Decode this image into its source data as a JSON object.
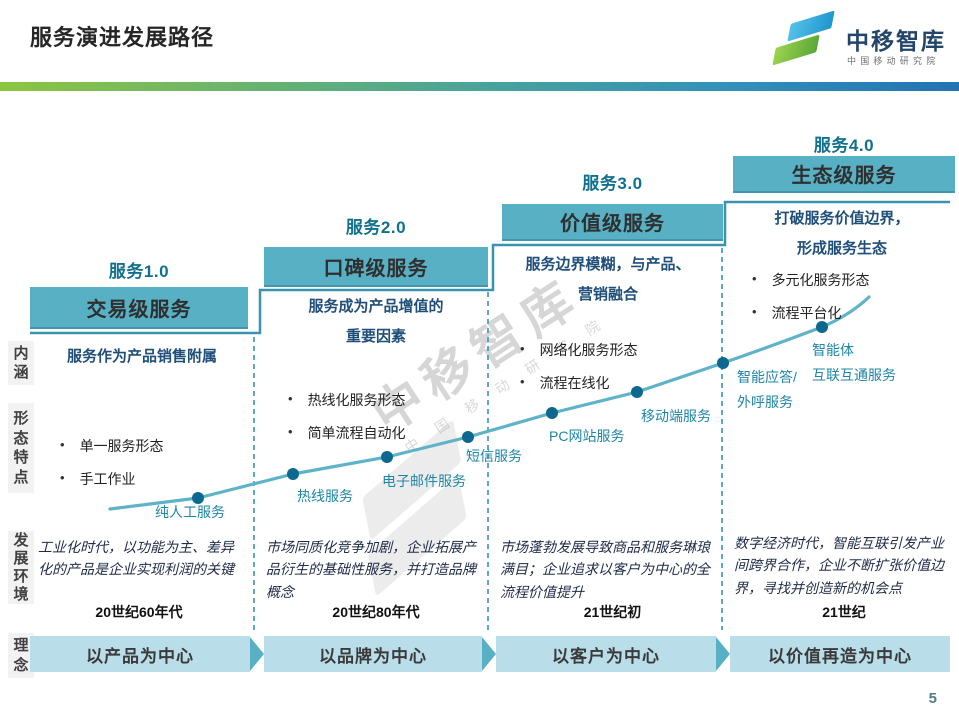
{
  "slide": {
    "title": "服务演进发展路径",
    "page_number": "5"
  },
  "logo": {
    "name": "中移智库",
    "subtitle": "中国移动研究院"
  },
  "row_labels": {
    "connotation": "内涵",
    "form": "形态特点",
    "environment": "发展环境",
    "concept": "理念"
  },
  "stages": [
    {
      "version": "服务1.0",
      "name": "交易级服务",
      "connotation_lines": [
        "服务作为产品销售附属"
      ],
      "features": [
        "单一服务形态",
        "手工作业"
      ],
      "environment": "工业化时代，以功能为主、差异化的产品是企业实现利润的关键",
      "era": "20世纪60年代",
      "concept": "以产品为中心"
    },
    {
      "version": "服务2.0",
      "name": "口碑级服务",
      "connotation_lines": [
        "服务成为产品增值的",
        "重要因素"
      ],
      "features": [
        "热线化服务形态",
        "简单流程自动化"
      ],
      "environment": "市场同质化竞争加剧，企业拓展产品衍生的基础性服务，并打造品牌概念",
      "era": "20世纪80年代",
      "concept": "以品牌为中心"
    },
    {
      "version": "服务3.0",
      "name": "价值级服务",
      "connotation_lines": [
        "服务边界模糊，与产品、",
        "营销融合"
      ],
      "features": [
        "网络化服务形态",
        "流程在线化"
      ],
      "environment": "市场蓬勃发展导致商品和服务琳琅满目；企业追求以客户为中心的全流程价值提升",
      "era": "21世纪初",
      "concept": "以客户为中心"
    },
    {
      "version": "服务4.0",
      "name": "生态级服务",
      "connotation_lines": [
        "打破服务价值边界，",
        "形成服务生态"
      ],
      "features": [
        "多元化服务形态",
        "流程平台化"
      ],
      "environment": "数字经济时代，智能互联引发产业间跨界合作，企业不断扩张价值边界，寻找并创造新的机会点",
      "era": "21世纪",
      "concept": "以价值再造为中心"
    }
  ],
  "curve": {
    "points": [
      {
        "lines": [
          "纯人工服务"
        ]
      },
      {
        "lines": [
          "热线服务"
        ]
      },
      {
        "lines": [
          "电子邮件服务"
        ]
      },
      {
        "lines": [
          "短信服务"
        ]
      },
      {
        "lines": [
          "PC网站服务"
        ]
      },
      {
        "lines": [
          "移动端服务"
        ]
      },
      {
        "lines": [
          "智能应答/",
          "外呼服务"
        ]
      },
      {
        "lines": [
          "智能体",
          "互联互通服务"
        ]
      }
    ]
  },
  "watermark": {
    "main": "中移智库",
    "sub": "中 国 移 动 研 究 院"
  },
  "colors": {
    "header_box_teal": "#58b0c5",
    "stair_line_teal": "#3894ae",
    "curve_teal": "#5fb3c9",
    "dot_teal": "#0d6890",
    "concept_band_blue": "#b9dde9",
    "navy_text": "#1f4e79",
    "version_text": "#10708e",
    "gradient_left_green": "#8cc540",
    "gradient_right_blue": "#2273b3"
  }
}
